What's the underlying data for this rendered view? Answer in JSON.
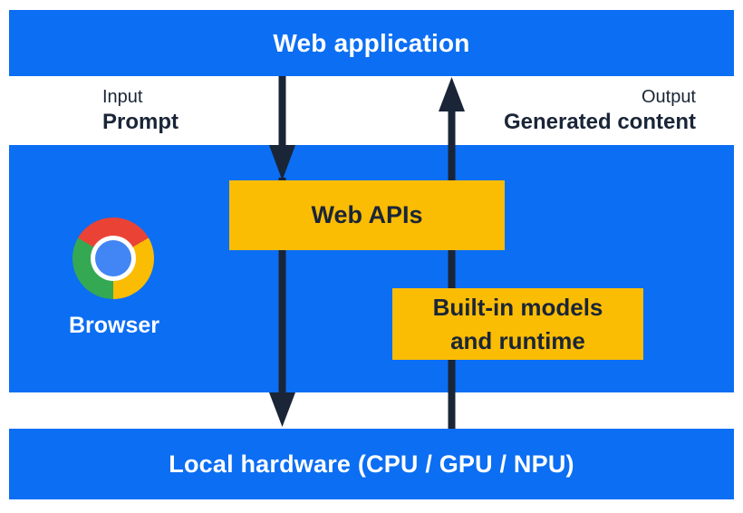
{
  "colors": {
    "blue": "#0B6EF3",
    "yellow": "#FBBC04",
    "navy": "#1A2537",
    "white": "#FFFFFF",
    "chrome_red": "#EA4335",
    "chrome_green": "#34A853",
    "chrome_yellow": "#FBBC04",
    "chrome_blue": "#4285F4"
  },
  "top_bar": {
    "label": "Web application"
  },
  "io_labels": {
    "input_title": "Input",
    "input_value": "Prompt",
    "output_title": "Output",
    "output_value": "Generated content"
  },
  "browser_panel": {
    "browser_label": "Browser",
    "web_apis_label": "Web APIs",
    "builtin_label": "Built-in models and runtime"
  },
  "bottom_bar": {
    "label": "Local hardware (CPU / GPU / NPU)"
  },
  "icons": {
    "chrome_logo": "chrome-browser-logo",
    "down_arrow": "prompt-flow-down-arrow",
    "up_arrow": "generated-content-up-arrow"
  }
}
